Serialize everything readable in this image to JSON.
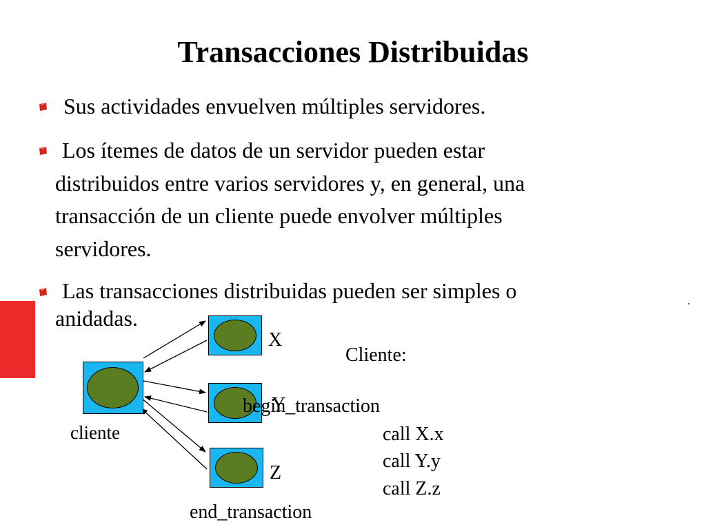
{
  "slide": {
    "title": "Transacciones Distribuidas",
    "bullets": [
      {
        "text": "Sus actividades envuelven múltiples servidores."
      },
      {
        "lines": [
          "Los ítemes de datos de un servidor pueden estar",
          "distribuidos entre varios servidores y, en general, una",
          "transacción de un cliente puede envolver múltiples",
          "servidores."
        ]
      },
      {
        "lines": [
          "Las transacciones distribuidas pueden ser simples o",
          "anidadas."
        ]
      }
    ],
    "accent_color": "#ee2a2a",
    "bullet_color": "#d0281e"
  },
  "diagram": {
    "client_label": "cliente",
    "servers": [
      "X",
      "Y",
      "Z"
    ],
    "node_fill": "#1ab6f0",
    "disc_fill": "#5a7d22"
  },
  "code": {
    "heading": "Cliente:",
    "begin": "begin_transaction",
    "calls": [
      "call X.x",
      "call Y.y",
      "call Z.z"
    ],
    "end": "end_transaction"
  }
}
